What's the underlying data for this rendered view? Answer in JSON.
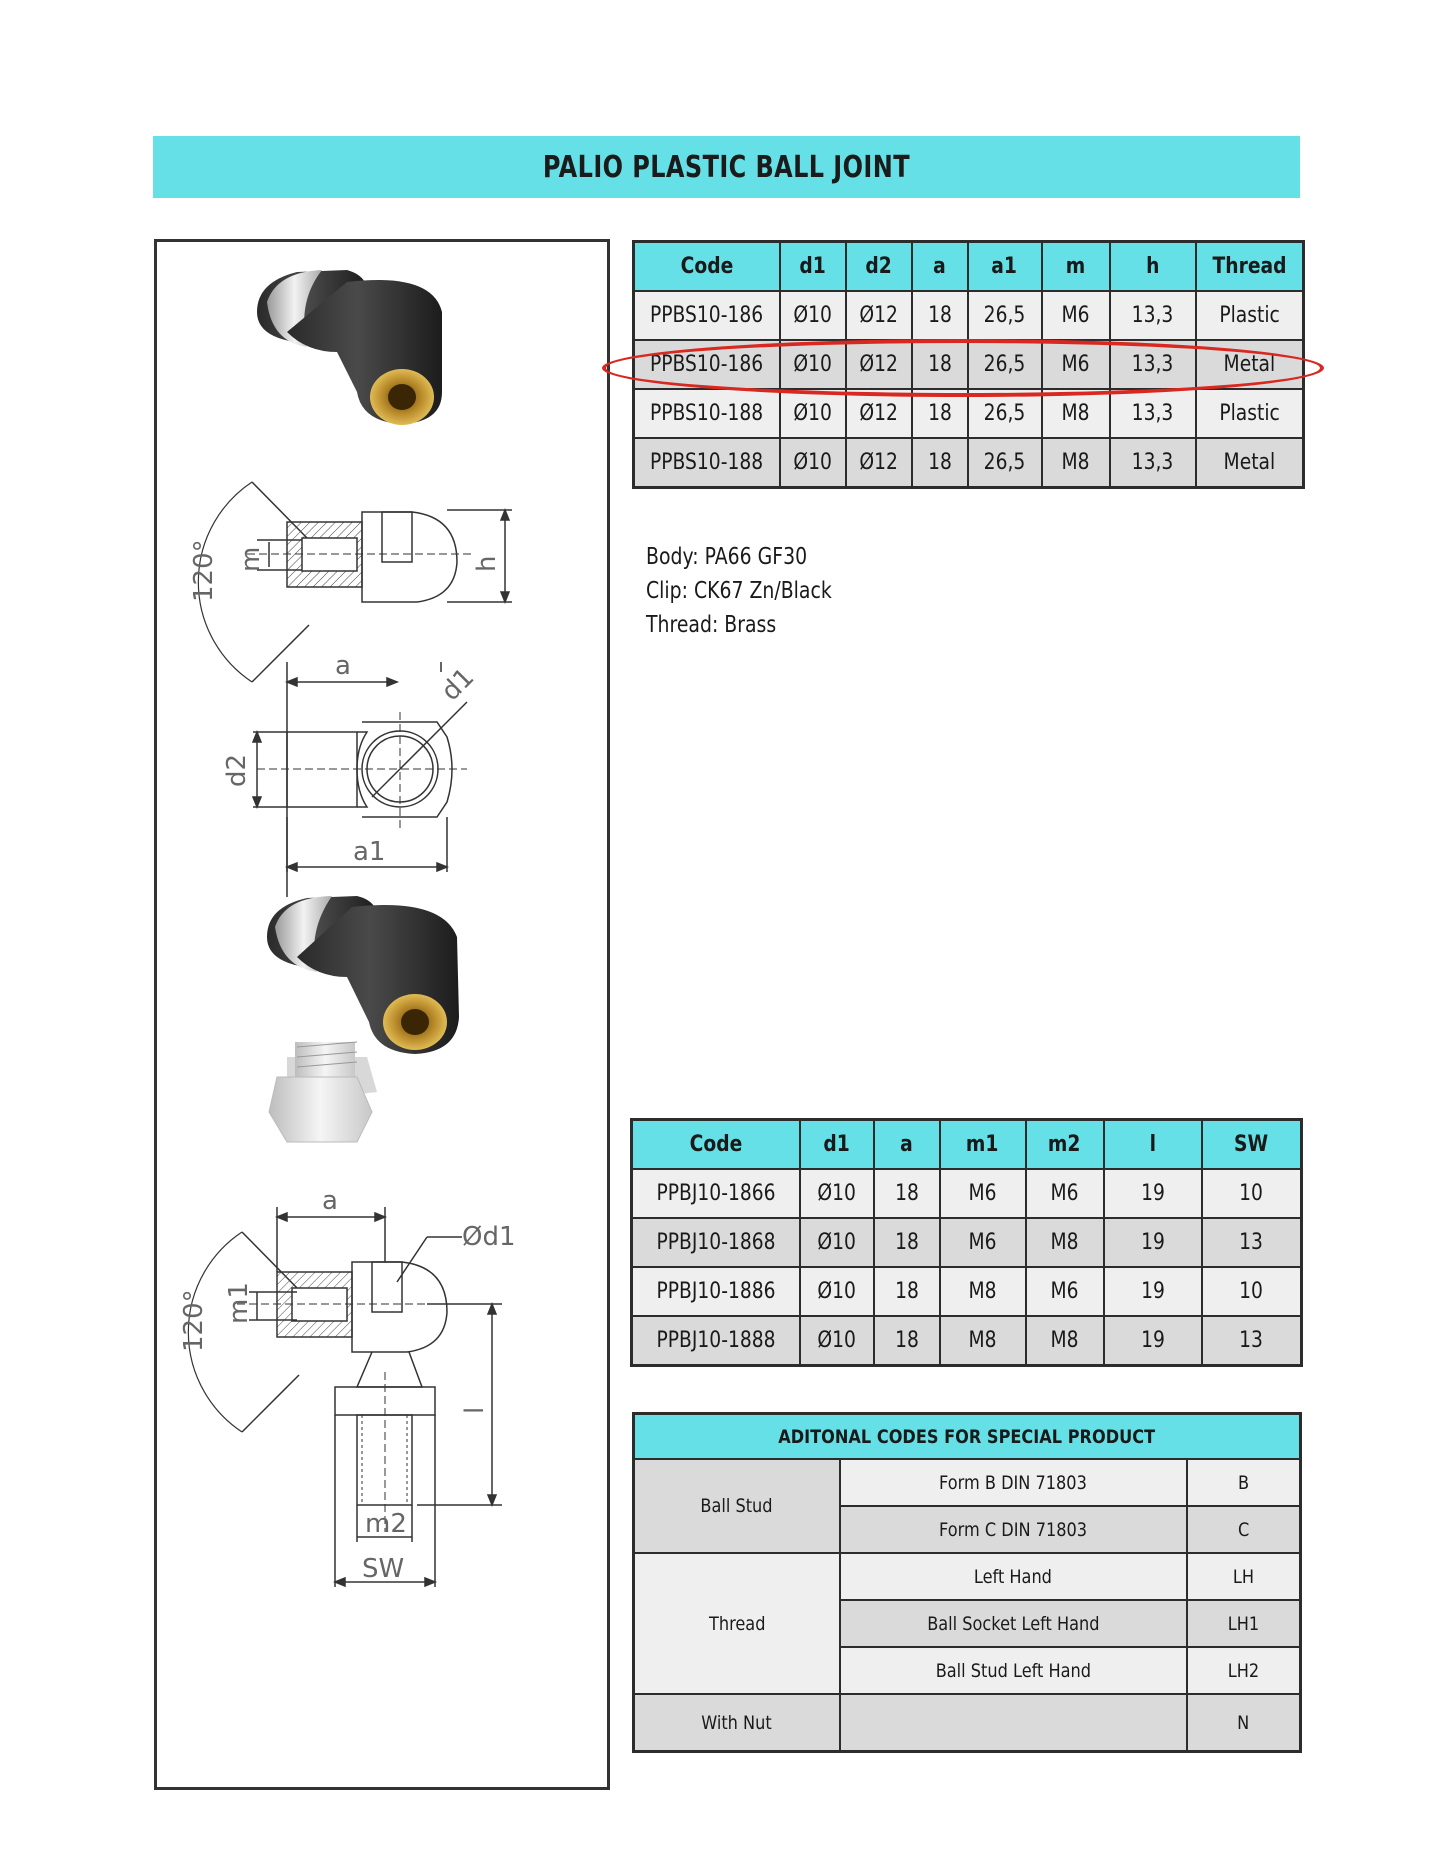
{
  "title": "PALIO PLASTIC BALL JOINT",
  "table1": {
    "headers": [
      "Code",
      "d1",
      "d2",
      "a",
      "a1",
      "m",
      "h",
      "Thread"
    ],
    "rows": [
      [
        "PPBS10-186",
        "Ø10",
        "Ø12",
        "18",
        "26,5",
        "M6",
        "13,3",
        "Plastic"
      ],
      [
        "PPBS10-186",
        "Ø10",
        "Ø12",
        "18",
        "26,5",
        "M6",
        "13,3",
        "Metal"
      ],
      [
        "PPBS10-188",
        "Ø10",
        "Ø12",
        "18",
        "26,5",
        "M8",
        "13,3",
        "Plastic"
      ],
      [
        "PPBS10-188",
        "Ø10",
        "Ø12",
        "18",
        "26,5",
        "M8",
        "13,3",
        "Metal"
      ]
    ]
  },
  "materials": [
    "Body: PA66 GF30",
    "Clip: CK67 Zn/Black",
    "Thread: Brass"
  ],
  "table2": {
    "headers": [
      "Code",
      "d1",
      "a",
      "m1",
      "m2",
      "l",
      "SW"
    ],
    "rows": [
      [
        "PPBJ10-1866",
        "Ø10",
        "18",
        "M6",
        "M6",
        "19",
        "10"
      ],
      [
        "PPBJ10-1868",
        "Ø10",
        "18",
        "M6",
        "M8",
        "19",
        "13"
      ],
      [
        "PPBJ10-1886",
        "Ø10",
        "18",
        "M8",
        "M6",
        "19",
        "10"
      ],
      [
        "PPBJ10-1888",
        "Ø10",
        "18",
        "M8",
        "M8",
        "19",
        "13"
      ]
    ]
  },
  "table3": {
    "title": "ADITONAL CODES FOR SPECIAL PRODUCT",
    "ball_stud": {
      "label": "Ball Stud",
      "items": [
        [
          "Form B DIN 71803",
          "B"
        ],
        [
          "Form C DIN 71803",
          "C"
        ]
      ]
    },
    "thread": {
      "label": "Thread",
      "items": [
        [
          "Left Hand",
          "LH"
        ],
        [
          "Ball Socket Left Hand",
          "LH1"
        ],
        [
          "Ball Stud Left Hand",
          "LH2"
        ]
      ]
    },
    "with_nut": {
      "label": "With Nut",
      "desc": "",
      "code": "N"
    }
  },
  "drawing_labels": {
    "angle": "120°",
    "m": "m",
    "h": "h",
    "a": "a",
    "d1": "d1",
    "d2": "d2",
    "a1": "a1",
    "od1": "Ød1",
    "m1": "m1",
    "l": "l",
    "m2": "m2",
    "sw": "SW"
  },
  "colors": {
    "accent": "#66e0e7",
    "highlight": "#d8281f",
    "row_light": "#efefef",
    "row_dark": "#dadada"
  }
}
